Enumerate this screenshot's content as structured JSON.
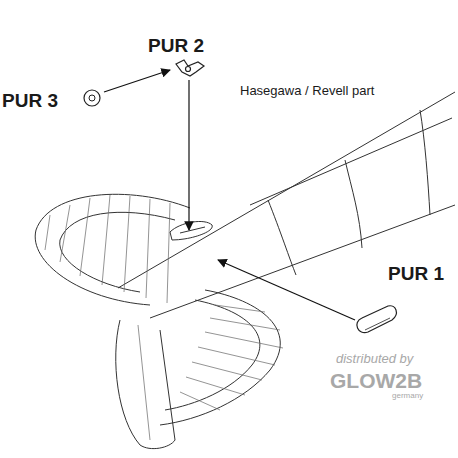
{
  "diagram": {
    "labels": [
      "PUR 2",
      "PUR 3",
      "Hasegawa / Revell part",
      "PUR 1",
      "distributed by",
      "GLOW2B",
      "germany"
    ]
  }
}
